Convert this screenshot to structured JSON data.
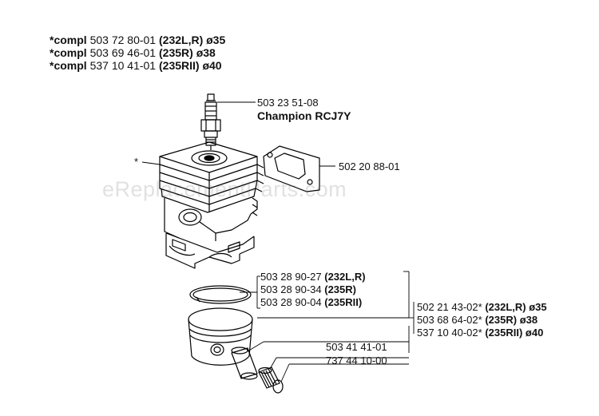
{
  "header": {
    "lines": [
      {
        "prefix": "*compl",
        "part": "503 72 80-01",
        "model": "(232L,R)",
        "size": "ø35"
      },
      {
        "prefix": "*compl",
        "part": "503 69 46-01",
        "model": "(235R)",
        "size": "ø38"
      },
      {
        "prefix": "*compl",
        "part": "537 10 41-01",
        "model": "(235RII)",
        "size": "ø40"
      }
    ]
  },
  "watermark": "eReplacementParts.com",
  "callouts": {
    "spark_plug": {
      "part": "503 23 51-08",
      "name": "Champion RCJ7Y"
    },
    "gasket": {
      "part": "502 20 88-01"
    },
    "cylinder_marker": "*",
    "rings": [
      {
        "part": "503 28 90-27",
        "model": "(232L,R)"
      },
      {
        "part": "503 28 90-34",
        "model": "(235R)"
      },
      {
        "part": "503 28 90-04",
        "model": "(235RII)"
      }
    ],
    "pistons": [
      {
        "part": "502 21 43-02*",
        "model": "(232L,R)",
        "size": "ø35"
      },
      {
        "part": "503 68 64-02*",
        "model": "(235R)",
        "size": "ø38"
      },
      {
        "part": "537 10 40-02*",
        "model": "(235RII)",
        "size": "ø40"
      }
    ],
    "pin": {
      "part": "503 41 41-01"
    },
    "bearing": {
      "part": "737 44 10-00"
    }
  }
}
